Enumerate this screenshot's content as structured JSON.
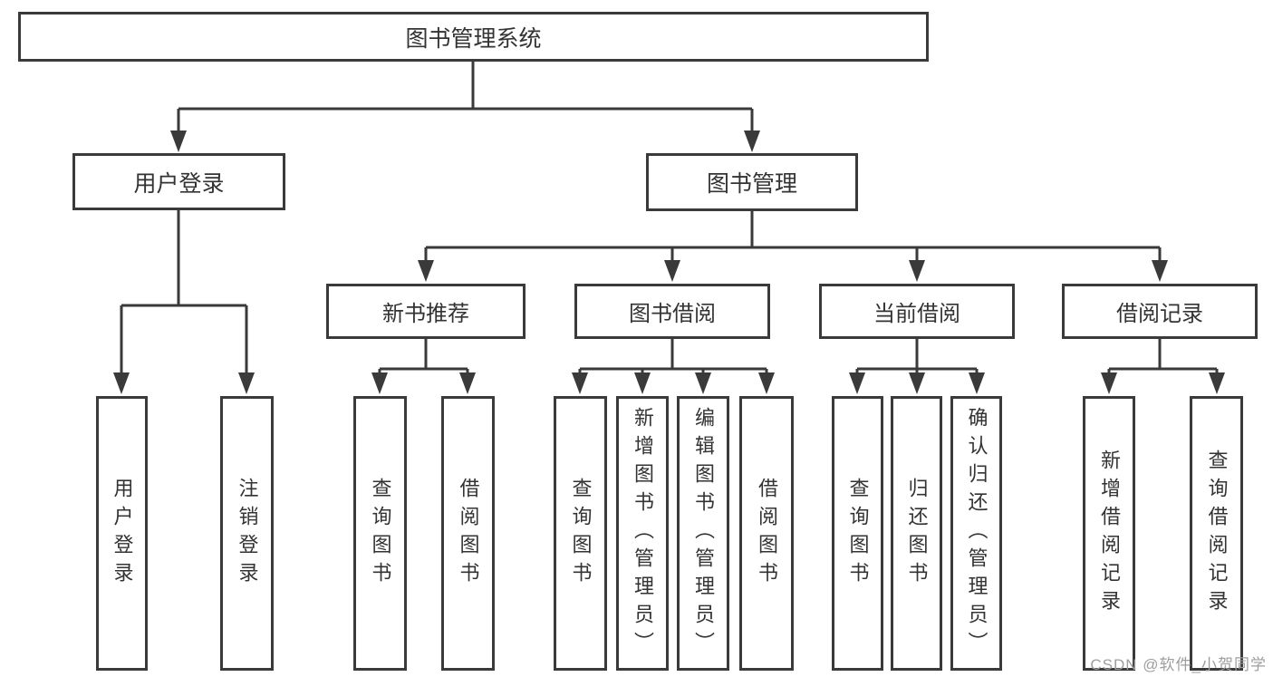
{
  "diagram": {
    "root": "图书管理系统",
    "level2": {
      "user_login": "用户登录",
      "book_mgmt": "图书管理"
    },
    "level3": {
      "new_book": "新书推荐",
      "borrow": "图书借阅",
      "current": "当前借阅",
      "records": "借阅记录"
    },
    "leaves": {
      "user_login": [
        "用户登录",
        "注销登录"
      ],
      "new_book": [
        "查询图书",
        "借阅图书"
      ],
      "borrow": [
        "查询图书",
        "新增图书（管理员）",
        "编辑图书（管理员）",
        "借阅图书"
      ],
      "current": [
        "查询图书",
        "归还图书",
        "确认归还（管理员）"
      ],
      "records": [
        "新增借阅记录",
        "查询借阅记录"
      ]
    }
  },
  "watermark": {
    "text": "CSDN @软件_小贺同学"
  },
  "colors": {
    "line": "#3a3a3a",
    "text": "#333333",
    "background": "#ffffff",
    "watermark": "#9e9e9e"
  }
}
